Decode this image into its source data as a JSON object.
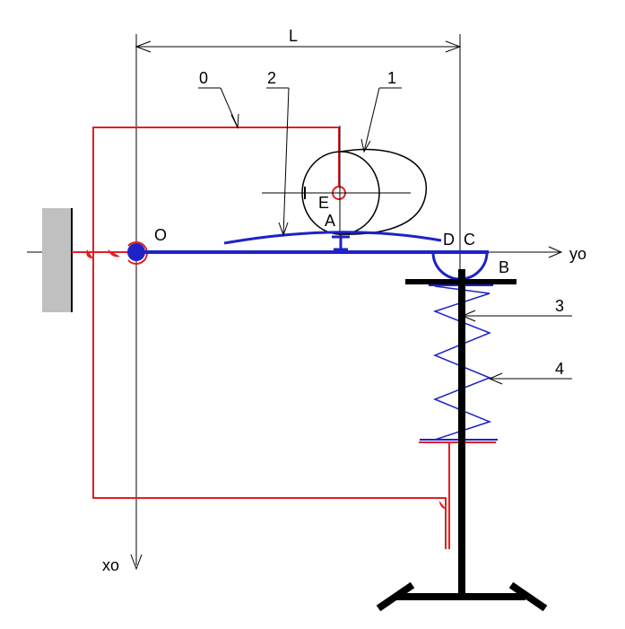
{
  "labels": {
    "dimension": "L",
    "pointer_0": "0",
    "pointer_1": "1",
    "pointer_2": "2",
    "pointer_3": "3",
    "pointer_4": "4",
    "point_O": "O",
    "point_E": "E",
    "point_A": "A",
    "point_D": "D",
    "point_C": "C",
    "point_B": "B",
    "axis_y": "yo",
    "axis_x": "xo"
  },
  "colors": {
    "frame": "#e31e24",
    "mechanism": "#1e22c8",
    "structure": "#000000",
    "wall": "#c0c0c0"
  }
}
